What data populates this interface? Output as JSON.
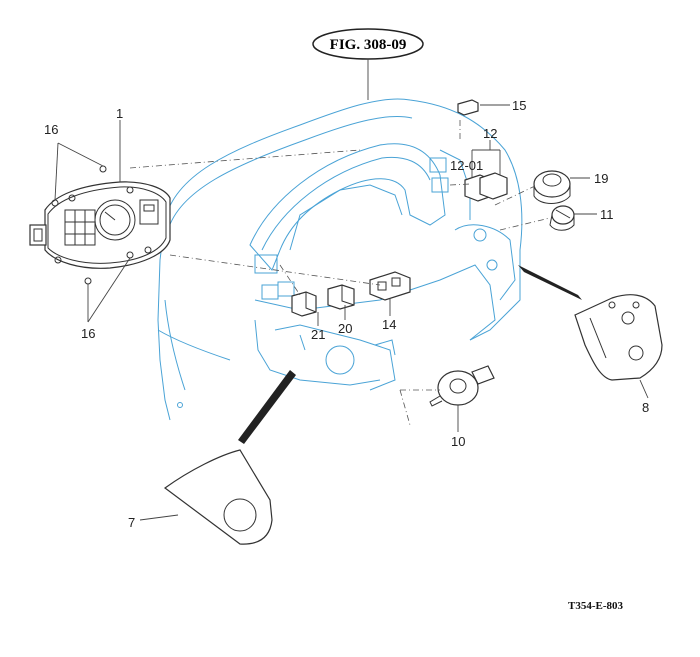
{
  "figure": {
    "title": "FIG. 308-09",
    "code": "T354-E-803"
  },
  "parts": {
    "p1": "1",
    "p7": "7",
    "p8": "8",
    "p10": "10",
    "p11": "11",
    "p12": "12",
    "p12_01": "12-01",
    "p14": "14",
    "p15": "15",
    "p16_top": "16",
    "p16_bottom": "16",
    "p19": "19",
    "p20": "20",
    "p21": "21"
  },
  "colors": {
    "panel_line": "#4aa3d6",
    "part_line": "#333333"
  }
}
